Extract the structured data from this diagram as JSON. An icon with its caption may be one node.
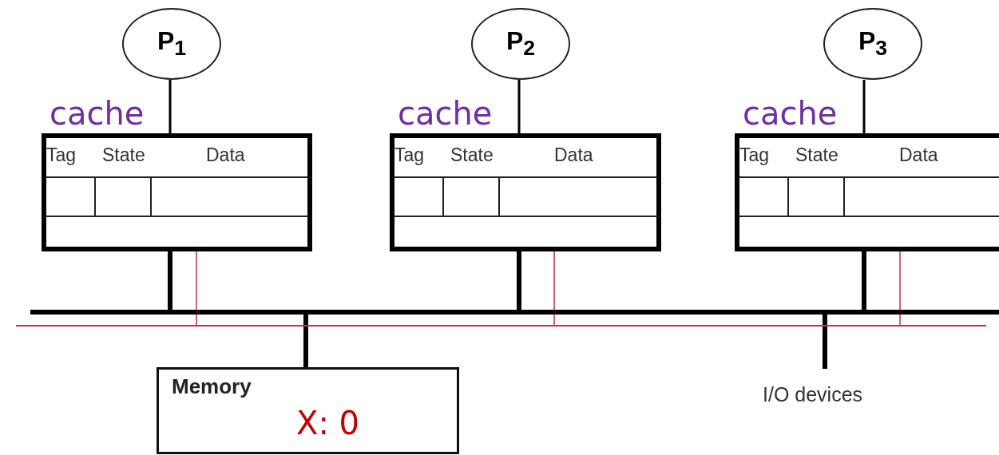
{
  "diagram": {
    "nodes": [
      {
        "text": [
          "P$_{1}$"
        ]
      },
      {
        "text": [
          "P$_{2}$"
        ]
      },
      {
        "text": [
          "P$_{3}$"
        ]
      },
      {
        "text": [
          "cache",
          "Tag",
          "State",
          "Data"
        ]
      },
      {
        "text": [
          "cache",
          "Tag",
          "State",
          "Data"
        ]
      },
      {
        "text": [
          "cache",
          "Tag",
          "State",
          "Data"
        ]
      },
      {
        "text": [],
        "shape": "bar"
      },
      {
        "text": [],
        "shape": "bar"
      },
      {
        "text": [
          "Memory",
          "X: 0"
        ]
      },
      {
        "text": [
          "I/O devices"
        ]
      }
    ],
    "edges": [
      {
        "from": 0,
        "to": 3,
        "arrow": "none"
      },
      {
        "from": 1,
        "to": 4,
        "arrow": "none"
      },
      {
        "from": 2,
        "to": 5,
        "arrow": "none"
      },
      {
        "from": 3,
        "to": 6,
        "arrow": "none",
        "style": "thick"
      },
      {
        "from": 3,
        "to": 7,
        "arrow": "none",
        "color": "#c0304f"
      },
      {
        "from": 4,
        "to": 6,
        "arrow": "none",
        "style": "thick"
      },
      {
        "from": 4,
        "to": 7,
        "arrow": "none",
        "color": "#c0304f"
      },
      {
        "from": 5,
        "to": 6,
        "arrow": "none",
        "style": "thick"
      },
      {
        "from": 5,
        "to": 7,
        "arrow": "none",
        "color": "#c0304f"
      },
      {
        "from": 8,
        "to": 6,
        "arrow": "none",
        "style": "thick"
      },
      {
        "from": 9,
        "to": 6,
        "arrow": "none",
        "style": "thick"
      }
    ]
  }
}
